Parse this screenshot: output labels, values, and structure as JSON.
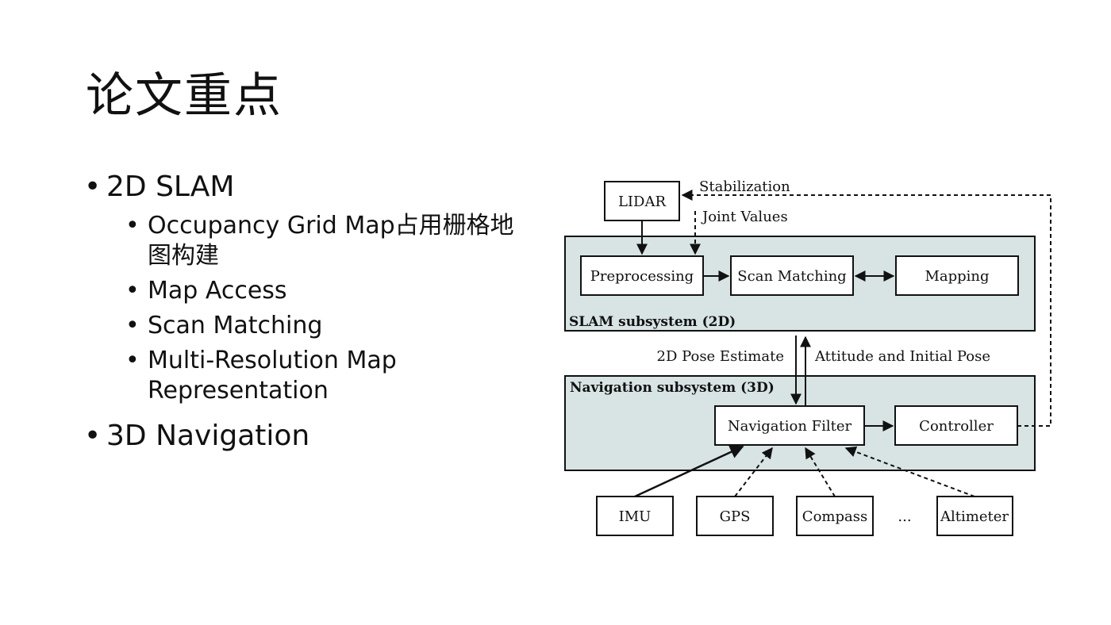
{
  "slide": {
    "title": "论文重点"
  },
  "bullets": {
    "item1": "2D SLAM",
    "sub": [
      "Occupancy Grid Map占用栅格地图构建",
      "Map Access",
      "Scan Matching",
      "Multi-Resolution Map Representation"
    ],
    "item2": "3D Navigation"
  },
  "diagram": {
    "lidar": "LIDAR",
    "stabilization": "Stabilization",
    "joint_values": "Joint Values",
    "preprocessing": "Preprocessing",
    "scan_matching": "Scan Matching",
    "mapping": "Mapping",
    "slam_label": "SLAM subsystem (2D)",
    "pose_estimate": "2D Pose Estimate",
    "attitude": "Attitude and Initial Pose",
    "nav_label": "Navigation subsystem (3D)",
    "nav_filter": "Navigation Filter",
    "controller": "Controller",
    "imu": "IMU",
    "gps": "GPS",
    "compass": "Compass",
    "ellipsis": "...",
    "altimeter": "Altimeter",
    "colors": {
      "subsystem_fill": "#d8e4e4",
      "stroke": "#111111"
    }
  }
}
